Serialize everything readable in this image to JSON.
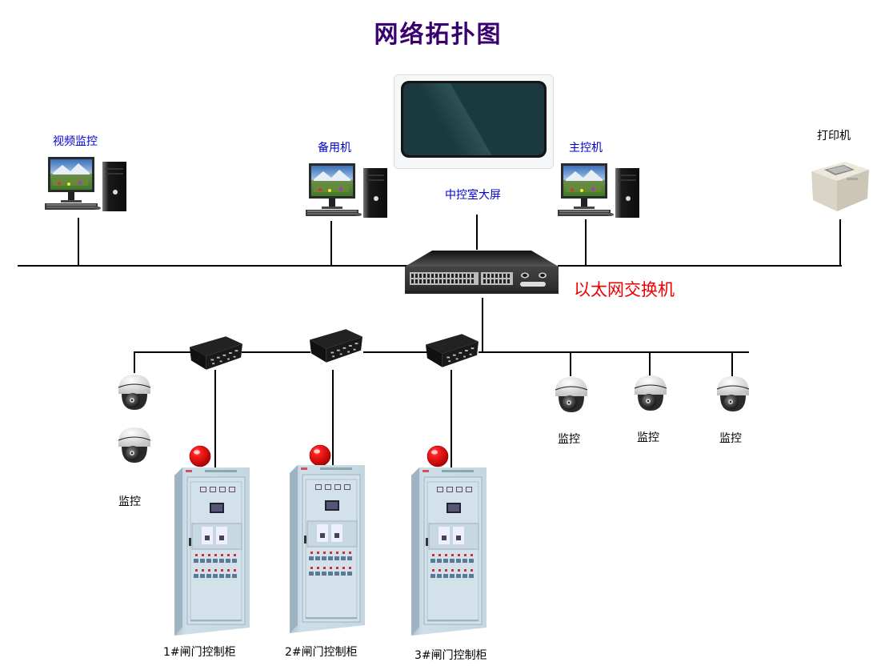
{
  "diagram": {
    "title": "网络拓扑图",
    "colors": {
      "title": "#3a0070",
      "workstation_label": "#0000cc",
      "switch_label": "#ee0000",
      "wire": "#000000",
      "alarm_lamp": "#ee1111",
      "cabinet": "#c9d9e3",
      "screen": "#1b3a40"
    },
    "top_tier": [
      {
        "id": "video-monitor-pc",
        "label": "视频监控",
        "icon": "desktop-pc-icon"
      },
      {
        "id": "backup-pc",
        "label": "备用机",
        "icon": "desktop-pc-icon"
      },
      {
        "id": "control-room-screen",
        "label": "中控室大屏",
        "icon": "large-display-icon"
      },
      {
        "id": "main-control-pc",
        "label": "主控机",
        "icon": "desktop-pc-icon"
      },
      {
        "id": "printer",
        "label": "打印机",
        "icon": "printer-icon"
      }
    ],
    "core_switch": {
      "label": "以太网交换机",
      "icon": "ethernet-switch-icon"
    },
    "field_switches": [
      {
        "id": "field-switch-1",
        "icon": "field-switch-icon"
      },
      {
        "id": "field-switch-2",
        "icon": "field-switch-icon"
      },
      {
        "id": "field-switch-3",
        "icon": "field-switch-icon"
      }
    ],
    "left_cameras": {
      "label": "监控",
      "count": 2,
      "icon": "dome-camera-icon"
    },
    "right_cameras": [
      {
        "label": "监控",
        "icon": "dome-camera-icon"
      },
      {
        "label": "监控",
        "icon": "dome-camera-icon"
      },
      {
        "label": "监控",
        "icon": "dome-camera-icon"
      }
    ],
    "cabinets": [
      {
        "label": "1#闸门控制柜",
        "icon": "control-cabinet-icon",
        "alarm_icon": "alarm-lamp-icon"
      },
      {
        "label": "2#闸门控制柜",
        "icon": "control-cabinet-icon",
        "alarm_icon": "alarm-lamp-icon"
      },
      {
        "label": "3#闸门控制柜",
        "icon": "control-cabinet-icon",
        "alarm_icon": "alarm-lamp-icon"
      }
    ]
  }
}
